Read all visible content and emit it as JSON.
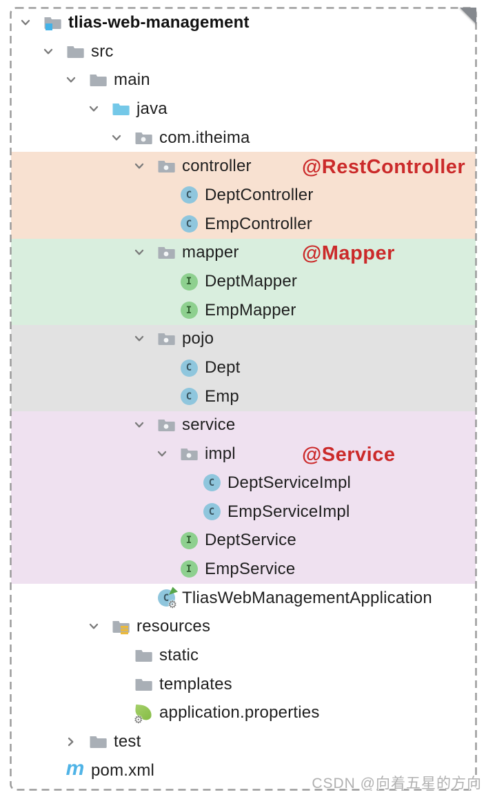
{
  "page": {
    "watermark": "CSDN @向着五星的方向"
  },
  "colors": {
    "band_peach": "#f8e1d1",
    "band_green": "#d9eede",
    "band_gray": "#e2e2e2",
    "band_lavender": "#efe1f0",
    "annotation_red": "#cb2a2a",
    "folder_gray": "#a9afb6",
    "java_folder_blue": "#74c8e8",
    "project_square_blue": "#42b2e8",
    "package_dot_white": "#f4f6f7",
    "class_circle_blue": "#8fc6dd",
    "class_letter_color": "#3a5560",
    "interface_circle_green": "#8ed08f",
    "interface_letter_color": "#2f5c2f",
    "boot_arrow_green": "#57a64a",
    "spring_leaf_green": "#84bb44",
    "resources_stack_yellow": "#ecba3b",
    "maven_blue": "#4fb3e6",
    "text_color": "#1e1e1e",
    "chevron_gray": "#7a7a7a",
    "border_gray": "#9b9b9b",
    "watermark_gray": "#b0b0b0"
  },
  "icon_letters": {
    "class": "C",
    "interface": "I",
    "boot_class": "C",
    "maven": "m",
    "gear": "⚙"
  },
  "tree": {
    "items": [
      {
        "label": "tlias-web-management",
        "depth": 0,
        "chevron": "down",
        "icon": "project-folder-icon",
        "band": "none",
        "bold": true
      },
      {
        "label": "src",
        "depth": 1,
        "chevron": "down",
        "icon": "folder-icon",
        "band": "none"
      },
      {
        "label": "main",
        "depth": 2,
        "chevron": "down",
        "icon": "folder-icon",
        "band": "none"
      },
      {
        "label": "java",
        "depth": 3,
        "chevron": "down",
        "icon": "java-folder-icon",
        "band": "none"
      },
      {
        "label": "com.itheima",
        "depth": 4,
        "chevron": "down",
        "icon": "package-folder-icon",
        "band": "none"
      },
      {
        "label": "controller",
        "depth": 5,
        "chevron": "down",
        "icon": "package-folder-icon",
        "band": "peach",
        "annotation": "@RestController"
      },
      {
        "label": "DeptController",
        "depth": 6,
        "chevron": "none",
        "icon": "class-icon",
        "band": "peach"
      },
      {
        "label": "EmpController",
        "depth": 6,
        "chevron": "none",
        "icon": "class-icon",
        "band": "peach"
      },
      {
        "label": "mapper",
        "depth": 5,
        "chevron": "down",
        "icon": "package-folder-icon",
        "band": "green",
        "annotation": "@Mapper"
      },
      {
        "label": "DeptMapper",
        "depth": 6,
        "chevron": "none",
        "icon": "interface-icon",
        "band": "green"
      },
      {
        "label": "EmpMapper",
        "depth": 6,
        "chevron": "none",
        "icon": "interface-icon",
        "band": "green"
      },
      {
        "label": "pojo",
        "depth": 5,
        "chevron": "down",
        "icon": "package-folder-icon",
        "band": "gray"
      },
      {
        "label": "Dept",
        "depth": 6,
        "chevron": "none",
        "icon": "class-icon",
        "band": "gray"
      },
      {
        "label": "Emp",
        "depth": 6,
        "chevron": "none",
        "icon": "class-icon",
        "band": "gray"
      },
      {
        "label": "service",
        "depth": 5,
        "chevron": "down",
        "icon": "package-folder-icon",
        "band": "lavender"
      },
      {
        "label": "impl",
        "depth": 6,
        "chevron": "down",
        "icon": "package-folder-icon",
        "band": "lavender",
        "annotation": "@Service"
      },
      {
        "label": "DeptServiceImpl",
        "depth": 7,
        "chevron": "none",
        "icon": "class-icon",
        "band": "lavender"
      },
      {
        "label": "EmpServiceImpl",
        "depth": 7,
        "chevron": "none",
        "icon": "class-icon",
        "band": "lavender"
      },
      {
        "label": "DeptService",
        "depth": 6,
        "chevron": "none",
        "icon": "interface-icon",
        "band": "lavender"
      },
      {
        "label": "EmpService",
        "depth": 6,
        "chevron": "none",
        "icon": "interface-icon",
        "band": "lavender"
      },
      {
        "label": "TliasWebManagementApplication",
        "depth": 5,
        "chevron": "none",
        "icon": "springboot-class-icon",
        "band": "none"
      },
      {
        "label": "resources",
        "depth": 3,
        "chevron": "down",
        "icon": "resources-folder-icon",
        "band": "none"
      },
      {
        "label": "static",
        "depth": 4,
        "chevron": "none",
        "icon": "folder-icon",
        "band": "none"
      },
      {
        "label": "templates",
        "depth": 4,
        "chevron": "none",
        "icon": "folder-icon",
        "band": "none"
      },
      {
        "label": "application.properties",
        "depth": 4,
        "chevron": "none",
        "icon": "spring-config-icon",
        "band": "none"
      },
      {
        "label": "test",
        "depth": 2,
        "chevron": "right",
        "icon": "folder-icon",
        "band": "none"
      },
      {
        "label": "pom.xml",
        "depth": 1,
        "chevron": "none",
        "icon": "maven-icon",
        "band": "none"
      }
    ]
  }
}
